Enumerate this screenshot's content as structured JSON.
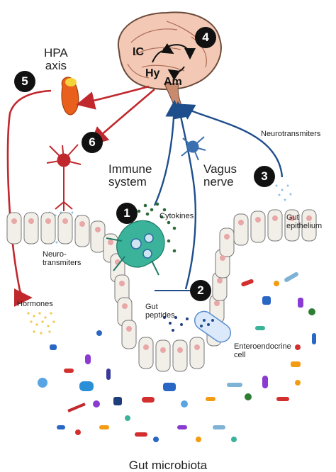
{
  "labels": {
    "hpa_axis": "HPA\naxis",
    "immune_system": "Immune\nsystem",
    "vagus_nerve": "Vagus\nnerve",
    "cytokines": "Cytokines",
    "neurotransmitters_top": "Neurotransmiters",
    "gut_epithelium": "Gut\nepithelium",
    "neurotransmitters_left": "Neuro-\ntransmiters",
    "hormones": "Hormones",
    "gut_peptides": "Gut\npeptides",
    "enteroendocrine_cell": "Enteroendocrine\ncell",
    "bottom_caption": "Gut microbiota"
  },
  "brain_regions": {
    "ic": "IC",
    "hy": "Hy",
    "am": "Am"
  },
  "badges": [
    "1",
    "2",
    "3",
    "4",
    "5",
    "6"
  ],
  "colors": {
    "red_pathway": "#c0282d",
    "blue_pathway": "#1f4e8c",
    "brain_fill": "#f3c9b6",
    "neuron_red": "#c0282d",
    "neuron_blue": "#3a6fb0",
    "immune_cell": "#3ab39a",
    "adrenal": "#e8601c",
    "epithelium": "#f2efe9"
  }
}
